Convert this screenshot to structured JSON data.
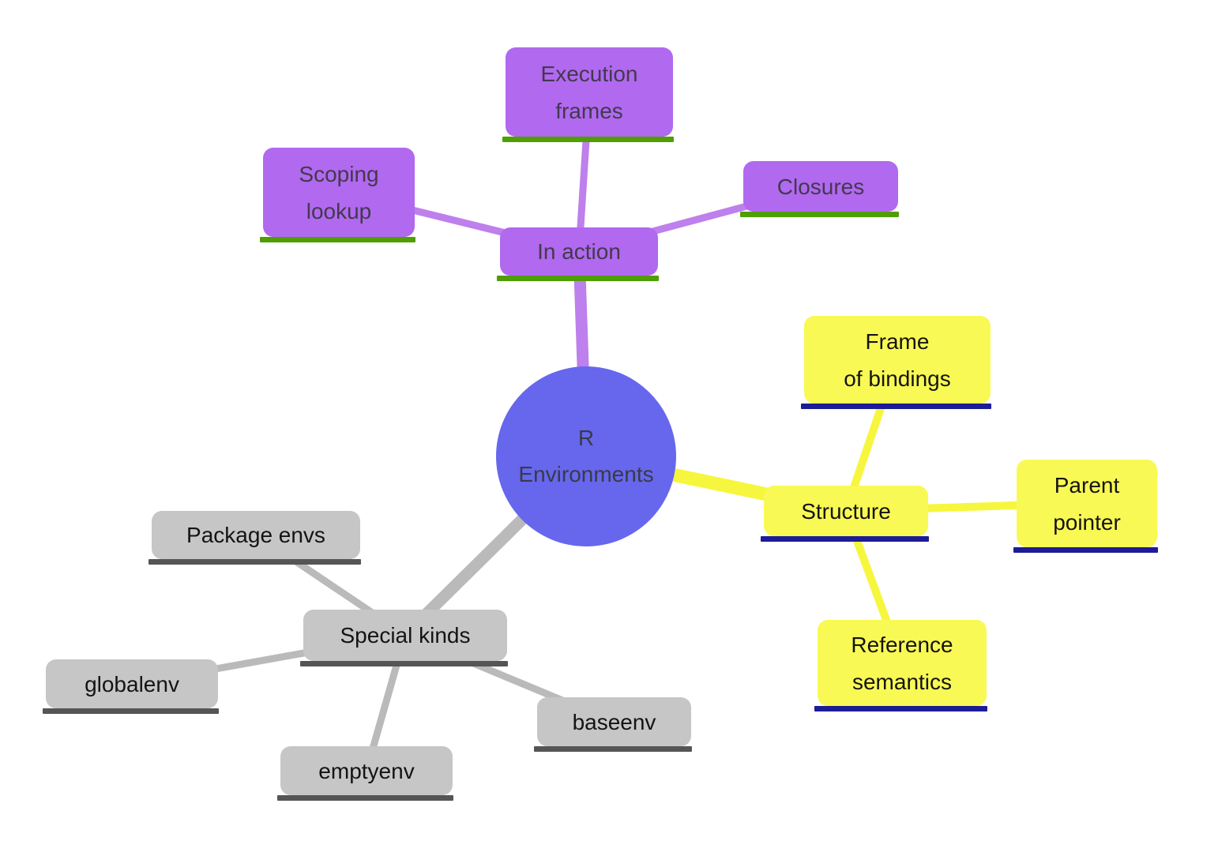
{
  "root": {
    "line1": "R",
    "line2": "Environments"
  },
  "branches": {
    "in_action": {
      "node": {
        "line1": "In action"
      },
      "children": {
        "execution_frames": {
          "line1": "Execution",
          "line2": "frames"
        },
        "scoping_lookup": {
          "line1": "Scoping",
          "line2": "lookup"
        },
        "closures": {
          "line1": "Closures"
        }
      }
    },
    "structure": {
      "node": {
        "line1": "Structure"
      },
      "children": {
        "frame_of_bindings": {
          "line1": "Frame",
          "line2": "of bindings"
        },
        "parent_pointer": {
          "line1": "Parent",
          "line2": "pointer"
        },
        "reference_semantics": {
          "line1": "Reference",
          "line2": "semantics"
        }
      }
    },
    "special_kinds": {
      "node": {
        "line1": "Special kinds"
      },
      "children": {
        "package_envs": {
          "line1": "Package envs"
        },
        "globalenv": {
          "line1": "globalenv"
        },
        "emptyenv": {
          "line1": "emptyenv"
        },
        "baseenv": {
          "line1": "baseenv"
        }
      }
    }
  },
  "colors": {
    "background": "#ffffff",
    "root_fill": "#6667ed",
    "root_text": "#3a3a47",
    "purple_box": "#b169ef",
    "purple_line": "#bd80ec",
    "green_underline": "#4f9e04",
    "yellow_box": "#f9f955",
    "yellow_line": "#f6f63e",
    "navy_underline": "#1c1c96",
    "gray_box": "#c6c6c6",
    "gray_line": "#bababa",
    "gray_underline": "#555555",
    "purple_text": "#42394e",
    "dark_text": "#141414"
  }
}
